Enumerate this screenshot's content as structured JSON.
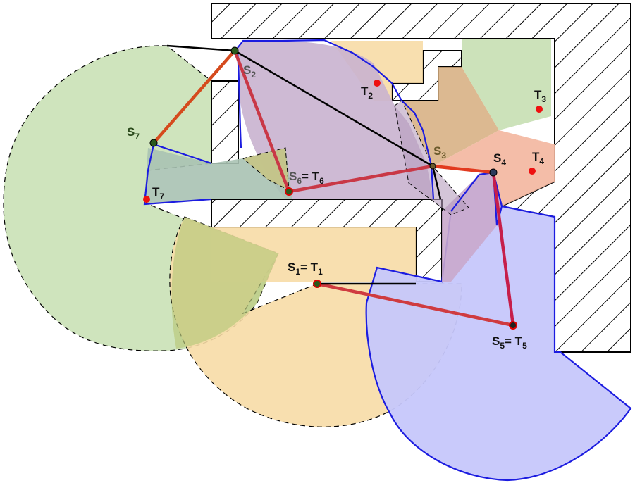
{
  "labels": {
    "s1t1": {
      "main": "S",
      "sub": "1",
      "mid": "= T",
      "sub2": "1"
    },
    "s2": {
      "main": "S",
      "sub": "2"
    },
    "t2": {
      "main": "T",
      "sub": "2"
    },
    "t3": {
      "main": "T",
      "sub": "3"
    },
    "s3": {
      "main": "S",
      "sub": "3"
    },
    "s4": {
      "main": "S",
      "sub": "4"
    },
    "t4": {
      "main": "T",
      "sub": "4"
    },
    "s5t5": {
      "main": "S",
      "sub": "5",
      "mid": "= T",
      "sub2": "5"
    },
    "s6t6": {
      "main": "S",
      "sub": "6",
      "mid": "= T",
      "sub2": "6"
    },
    "s7": {
      "main": "S",
      "sub": "7"
    },
    "t7": {
      "main": "T",
      "sub": "7"
    }
  },
  "colors": {
    "wall_hatch": "#000000",
    "region_green": "#c7dfb2",
    "region_orange": "#f7dca6",
    "region_purple": "#c9b3cf",
    "region_salmon": "#f3b69f",
    "region_blue": "#c6c7fb",
    "region_teal": "#a9c2b3",
    "region_olive": "#c7c486",
    "region_brown": "#d6ad7e",
    "boundary_blue": "#1c1ce0",
    "link_red": "#d0303a",
    "point_red": "#ee1010",
    "point_green": "#2b5a1c"
  }
}
